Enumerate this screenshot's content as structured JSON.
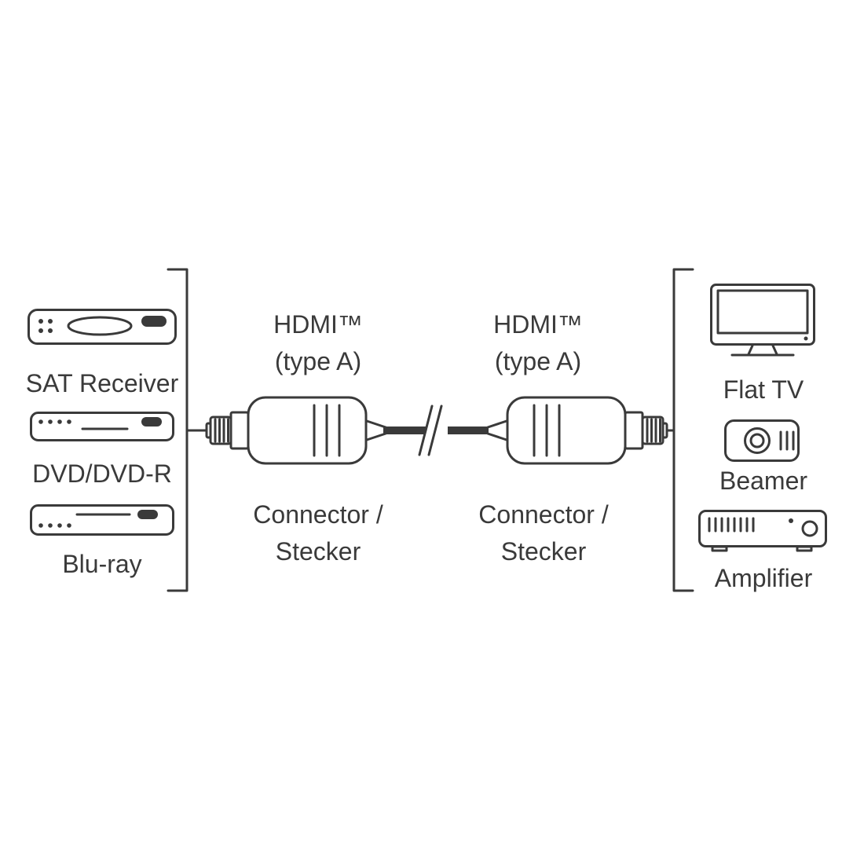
{
  "sources": {
    "items": [
      {
        "label": "SAT Receiver",
        "icon": "sat-receiver-icon"
      },
      {
        "label": "DVD/DVD-R",
        "icon": "dvd-player-icon"
      },
      {
        "label": "Blu-ray",
        "icon": "blu-ray-player-icon"
      }
    ]
  },
  "cable": {
    "connectors": [
      {
        "type_label": "HDMI™",
        "type_detail": "(type A)",
        "caption_line1": "Connector /",
        "caption_line2": "Stecker"
      },
      {
        "type_label": "HDMI™",
        "type_detail": "(type A)",
        "caption_line1": "Connector /",
        "caption_line2": "Stecker"
      }
    ]
  },
  "sinks": {
    "items": [
      {
        "label": "Flat TV",
        "icon": "flat-tv-icon"
      },
      {
        "label": "Beamer",
        "icon": "beamer-icon"
      },
      {
        "label": "Amplifier",
        "icon": "amplifier-icon"
      }
    ]
  },
  "colors": {
    "line": "#3a3a3a",
    "background": "#ffffff"
  }
}
